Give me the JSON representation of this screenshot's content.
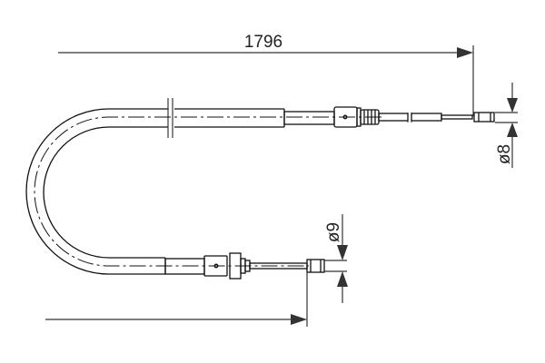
{
  "drawing": {
    "type": "technical drawing - cable assembly",
    "background": "#ffffff",
    "line_color": "#111111",
    "dimension_color": "#333333"
  },
  "dimensions": {
    "length": "1796",
    "top_diameter": "ø8",
    "bottom_diameter": "ø9"
  }
}
